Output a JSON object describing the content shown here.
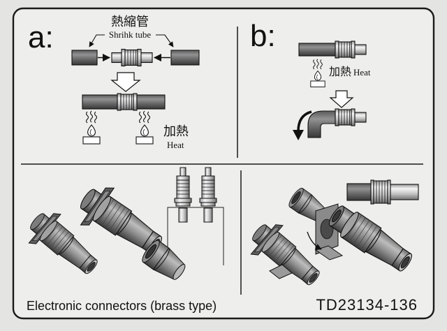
{
  "panel_a": {
    "label": "a:",
    "tube_label_zh": "熱縮管",
    "tube_label_en": "Shrihk tube",
    "heat_zh": "加熱",
    "heat_en": "Heat"
  },
  "panel_b": {
    "label": "b:",
    "heat_zh": "加熱",
    "heat_en": "Heat"
  },
  "footer": {
    "caption": "Electronic connectors (brass type)",
    "part_number": "TD23134-136"
  },
  "colors": {
    "ink": "#111111",
    "paper": "#eeeeec",
    "shrink_tube": "#6e6e6e"
  }
}
